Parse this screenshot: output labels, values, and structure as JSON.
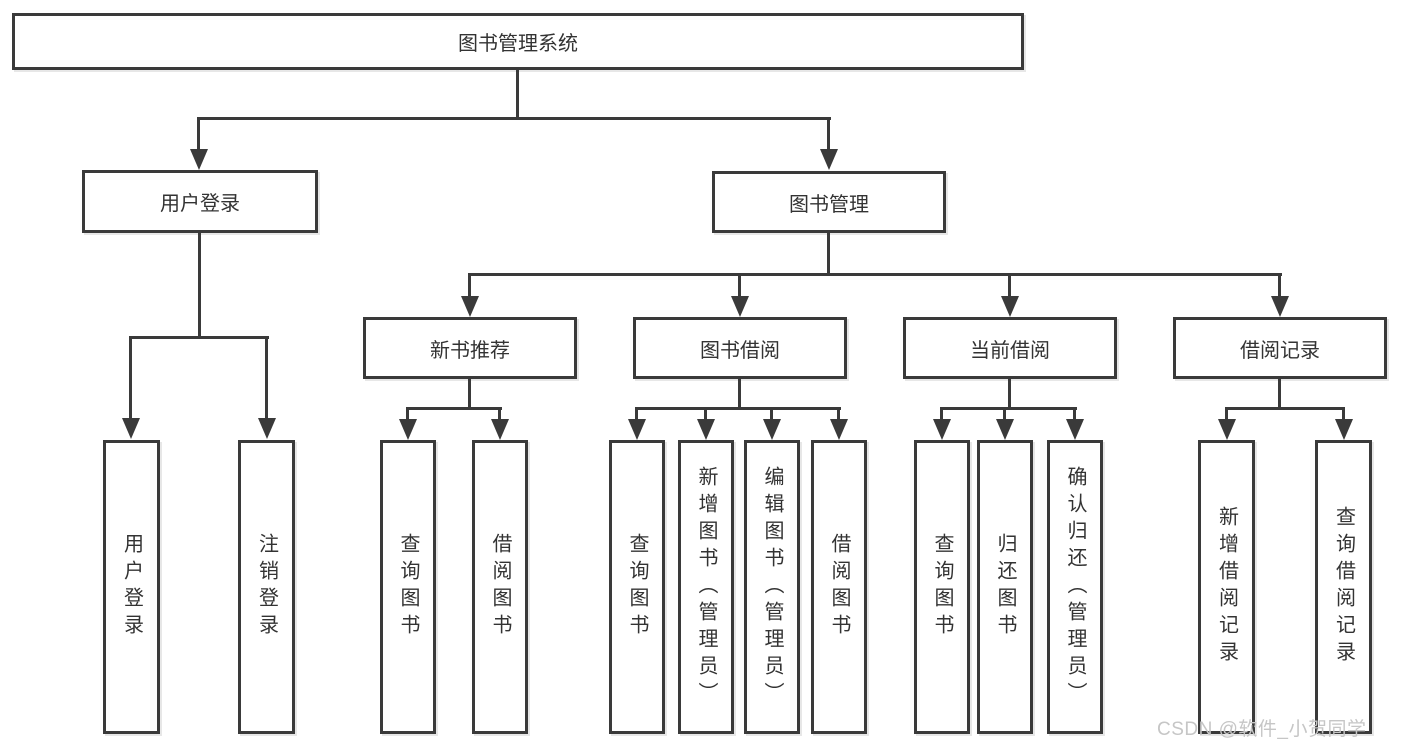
{
  "diagram": {
    "type": "hierarchy-tree",
    "root": {
      "label": "图书管理系统"
    },
    "branches": [
      {
        "label": "用户登录",
        "children": [
          {
            "label": "用户登录"
          },
          {
            "label": "注销登录"
          }
        ]
      },
      {
        "label": "图书管理",
        "children": [
          {
            "label": "新书推荐",
            "children": [
              {
                "label": "查询图书"
              },
              {
                "label": "借阅图书"
              }
            ]
          },
          {
            "label": "图书借阅",
            "children": [
              {
                "label": "查询图书"
              },
              {
                "label": "新增图书（管理员）"
              },
              {
                "label": "编辑图书（管理员）"
              },
              {
                "label": "借阅图书"
              }
            ]
          },
          {
            "label": "当前借阅",
            "children": [
              {
                "label": "查询图书"
              },
              {
                "label": "归还图书"
              },
              {
                "label": "确认归还（管理员）"
              }
            ]
          },
          {
            "label": "借阅记录",
            "children": [
              {
                "label": "新增借阅记录"
              },
              {
                "label": "查询借阅记录"
              }
            ]
          }
        ]
      }
    ]
  },
  "colors": {
    "line": "#3a3a3a",
    "box_border": "#3a3a3a",
    "text": "#333333",
    "background": "#ffffff",
    "watermark": "#c6c6c6"
  },
  "watermark": {
    "text": "CSDN @软件_小贺同学"
  }
}
